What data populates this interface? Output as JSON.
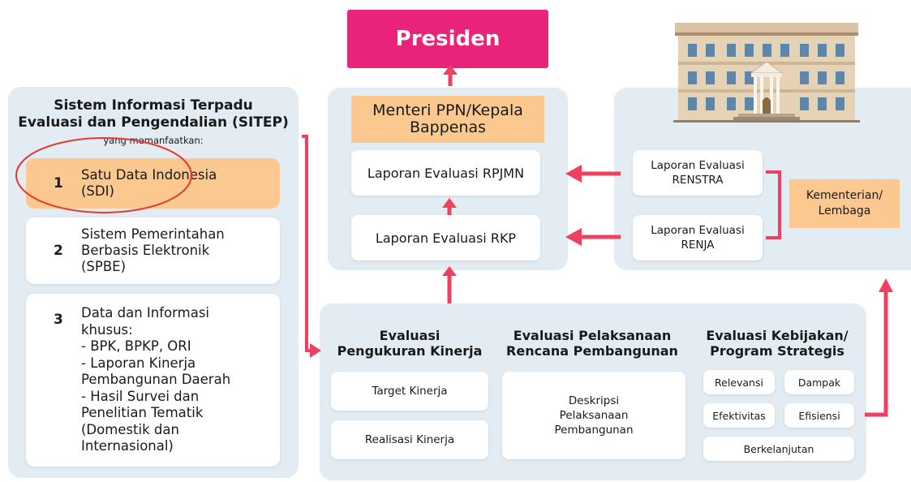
{
  "top": {
    "president": "Presiden"
  },
  "left_panel": {
    "title_line1": "Sistem Informasi Terpadu",
    "title_line2": "Evaluasi dan Pengendalian (SITEP)",
    "subtitle": "yang memanfaatkan:",
    "items": [
      {
        "number": "1",
        "lines": [
          "Satu Data Indonesia",
          "(SDI)"
        ]
      },
      {
        "number": "2",
        "lines": [
          "Sistem Pemerintahan",
          "Berbasis Elektronik",
          "(SPBE)"
        ]
      },
      {
        "number": "3",
        "lines": [
          "Data dan Informasi",
          "khusus:",
          "- BPK, BPKP, ORI",
          "- Laporan Kinerja",
          "Pembangunan Daerah",
          "- Hasil Survei dan",
          "Penelitian Tematik",
          "(Domestik dan",
          "Internasional)"
        ]
      }
    ]
  },
  "middle_panel": {
    "menteri_line1": "Menteri PPN/Kepala",
    "menteri_line2": "Bappenas",
    "rpjmn": "Laporan Evaluasi RPJMN",
    "rkp": "Laporan Evaluasi RKP"
  },
  "right_panel": {
    "renstra_line1": "Laporan Evaluasi",
    "renstra_line2": "RENSTRA",
    "renja_line1": "Laporan Evaluasi",
    "renja_line2": "RENJA",
    "kl_line1": "Kementerian/",
    "kl_line2": "Lembaga"
  },
  "bottom_panel": {
    "col1_title_line1": "Evaluasi",
    "col1_title_line2": "Pengukuran Kinerja",
    "col1_items": [
      "Target Kinerja",
      "Realisasi Kinerja"
    ],
    "col2_title_line1": "Evaluasi Pelaksanaan",
    "col2_title_line2": "Rencana Pembangunan",
    "col2_item_lines": [
      "Deskripsi",
      "Pelaksanaan",
      "Pembangunan"
    ],
    "col3_title_line1": "Evaluasi Kebijakan/",
    "col3_title_line2": "Program Strategis",
    "col3_items": [
      "Relevansi",
      "Dampak",
      "Efektivitas",
      "Efisiensi",
      "Berkelanjutan"
    ]
  },
  "colors": {
    "president": "#ea237a",
    "arrow": "#f0405f",
    "highlight": "#fbc990",
    "panel": "#e3ebf3",
    "circle": "#e53935"
  },
  "icons": {
    "building": "building-illustration-icon"
  }
}
